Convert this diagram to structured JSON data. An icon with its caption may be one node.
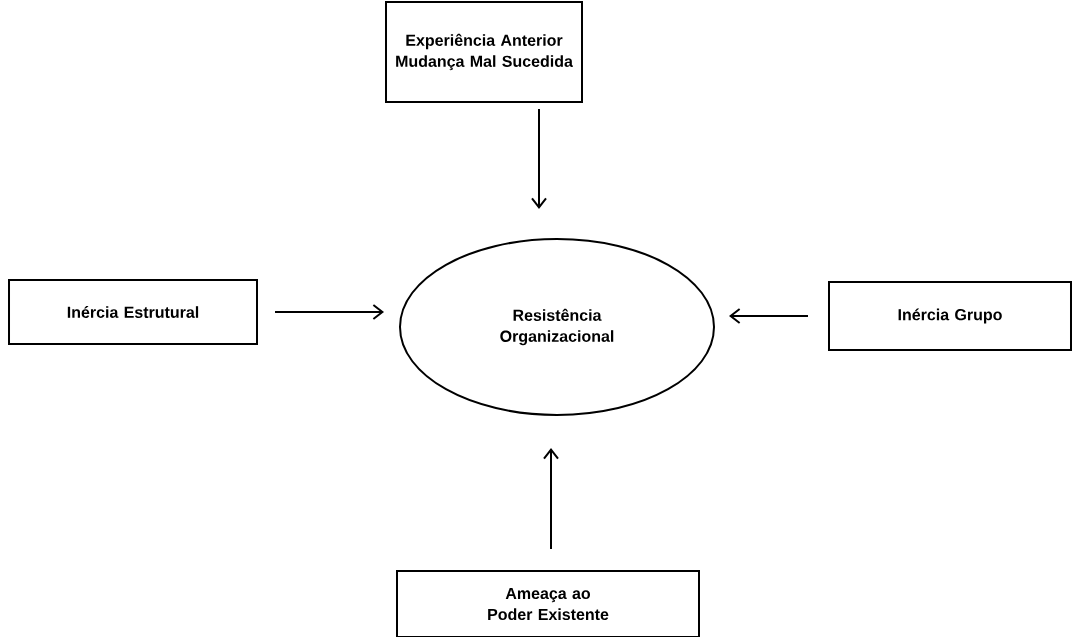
{
  "diagram": {
    "nodes": [
      {
        "text": [
          "Experiência Anterior Mudança Mal Sucedida"
        ]
      },
      {
        "text": [
          "Inércia Estrutural"
        ]
      },
      {
        "text": [
          "Resistência Organizacional"
        ]
      },
      {
        "text": [
          "Inércia Grupo"
        ]
      },
      {
        "text": [
          "Ameaça ao Poder Existente"
        ]
      }
    ],
    "edges": [
      {
        "from": 0,
        "to": 2,
        "arrow": "to"
      },
      {
        "from": 1,
        "to": 2,
        "arrow": "to"
      },
      {
        "from": 3,
        "to": 2,
        "arrow": "to"
      },
      {
        "from": 4,
        "to": 2,
        "arrow": "to"
      }
    ]
  }
}
